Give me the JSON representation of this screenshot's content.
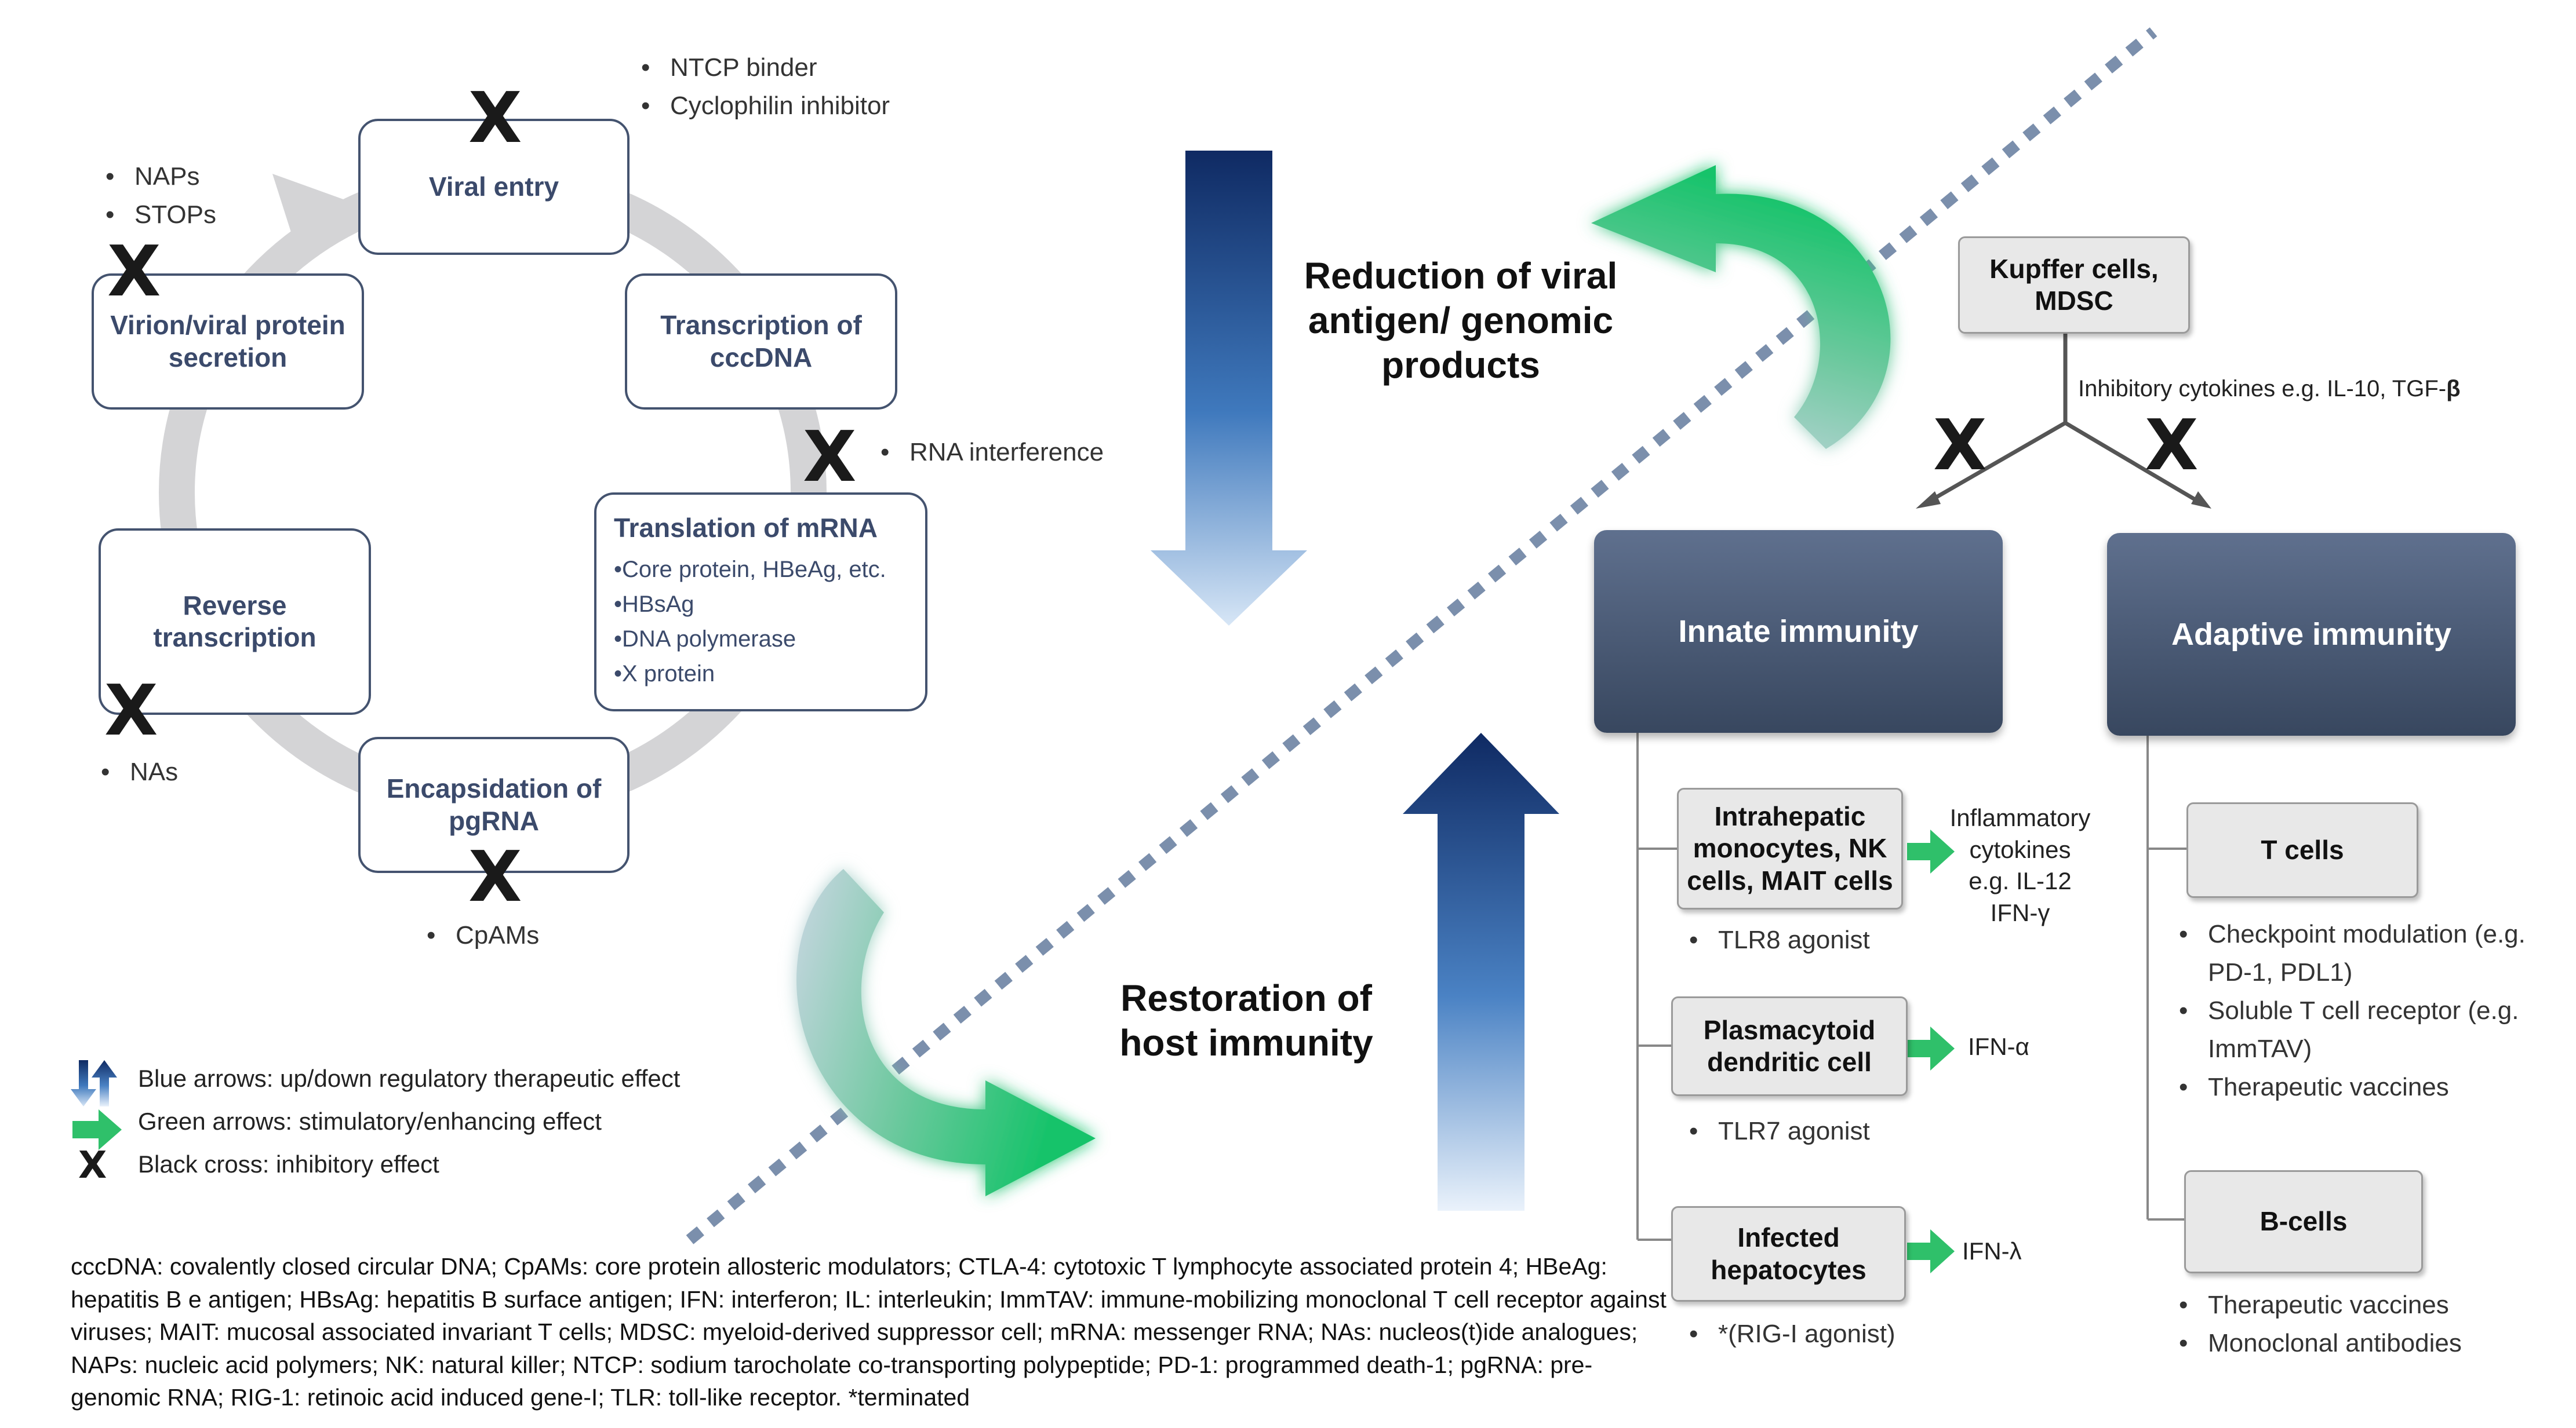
{
  "cycle": {
    "viral_entry": "Viral entry",
    "transcription": "Transcription of cccDNA",
    "translation_title": "Translation of mRNA",
    "translation_items": [
      "•Core protein, HBeAg, etc.",
      "•HBsAg",
      "•DNA polymerase",
      "•X protein"
    ],
    "encapsidation": "Encapsidation of pgRNA",
    "reverse_transcription": "Reverse transcription",
    "secretion": "Virion/viral protein secretion"
  },
  "inhibitors": {
    "entry": [
      "NTCP binder",
      "Cyclophilin inhibitor"
    ],
    "secretion": [
      "NAPs",
      "STOPs"
    ],
    "rna": [
      "RNA interference"
    ],
    "reverse": [
      "NAs"
    ],
    "encapsidation": [
      "CpAMs"
    ]
  },
  "center": {
    "reduction": "Reduction of viral antigen/ genomic products",
    "restoration": "Restoration of host immunity"
  },
  "immune": {
    "kupffer": "Kupffer cells, MDSC",
    "inhibitory": "Inhibitory cytokines e.g. IL-10, TGF-",
    "beta": "β",
    "innate": "Innate immunity",
    "adaptive": "Adaptive immunity",
    "monocytes": "Intrahepatic monocytes, NK cells, MAIT cells",
    "inflammatory": "Inflammatory cytokines e.g. IL-12 IFN-γ",
    "tlr8": "TLR8 agonist",
    "pdc": "Plasmacytoid dendritic cell",
    "ifn_alpha": "IFN-α",
    "tlr7": "TLR7 agonist",
    "hepatocytes": "Infected hepatocytes",
    "ifn_lambda": "IFN-λ",
    "rig": "*(RIG-I agonist)",
    "tcells": "T cells",
    "tcell_items": [
      "Checkpoint modulation (e.g. PD-1, PDL1)",
      "Soluble T cell receptor (e.g. ImmTAV)",
      "Therapeutic vaccines"
    ],
    "bcells": "B-cells",
    "bcell_items": [
      "Therapeutic vaccines",
      "Monoclonal antibodies"
    ]
  },
  "legend": {
    "blue": "Blue arrows: up/down regulatory therapeutic effect",
    "green": "Green arrows: stimulatory/enhancing effect",
    "cross": "Black cross: inhibitory effect"
  },
  "cross_glyph": "X",
  "footnote": "cccDNA: covalently closed circular DNA; CpAMs: core protein allosteric modulators; CTLA-4: cytotoxic T lymphocyte associated protein 4; HBeAg: hepatitis B e antigen; HBsAg: hepatitis B surface antigen; IFN: interferon; IL: interleukin; ImmTAV: immune-mobilizing monoclonal T cell receptor against viruses; MAIT: mucosal associated invariant T cells; MDSC: myeloid-derived suppressor cell; mRNA: messenger RNA; NAs: nucleos(t)ide analogues; NAPs: nucleic acid polymers; NK: natural killer; NTCP: sodium tarocholate co-transporting polypeptide; PD-1: programmed death-1; pgRNA: pre-genomic RNA; RIG-1: retinoic acid induced gene-I; TLR: toll-like receptor. *terminated",
  "colors": {
    "box_text": "#3b4a6b",
    "cycle_ring": "#d4d4d6",
    "green": "#2fc06a",
    "dark_blue": "#0f2a63",
    "dotted_line": "#7b8fac"
  }
}
